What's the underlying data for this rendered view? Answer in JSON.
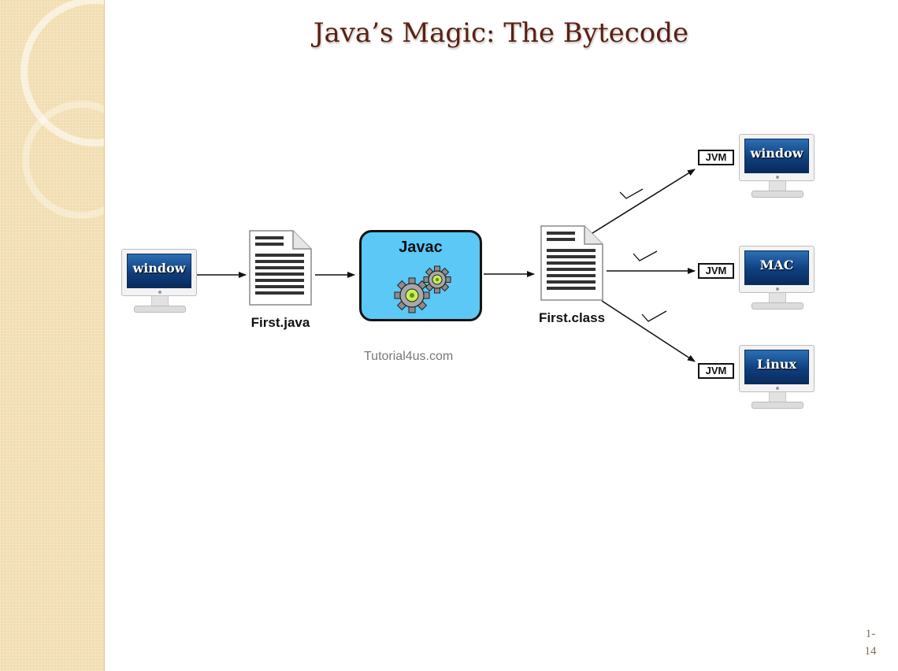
{
  "slide": {
    "title": "Java’s Magic: The Bytecode",
    "page_number_line1": "1-",
    "page_number_line2": "14"
  },
  "diagram": {
    "source_computer_label": "window",
    "source_file_label": "First.java",
    "compiler_label": "Javac",
    "class_file_label": "First.class",
    "watermark": "Tutorial4us.com",
    "targets": [
      {
        "jvm_label": "JVM",
        "os_label": "window"
      },
      {
        "jvm_label": "JVM",
        "os_label": "MAC"
      },
      {
        "jvm_label": "JVM",
        "os_label": "Linux"
      }
    ]
  }
}
